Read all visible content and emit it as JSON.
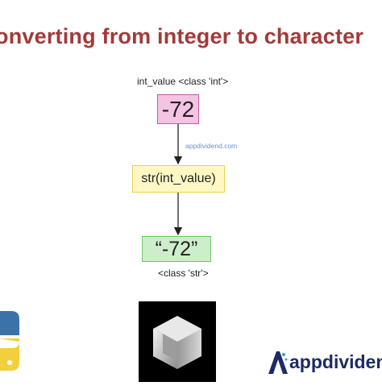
{
  "title": "onverting from integer to character",
  "nodes": {
    "input_caption": "int_value <class 'int'>",
    "input_value": "-72",
    "function_call": "str(int_value)",
    "output_value": "“-72”",
    "output_caption": "<class 'str'>"
  },
  "watermark": "appdividend.com",
  "brand": {
    "name": "appdividend"
  },
  "icons": [
    "python-logo",
    "cube-logo",
    "appdividend-logo-icon"
  ],
  "colors": {
    "title": "#a23a3a",
    "int_box_fill": "#f4c4e4",
    "int_box_border": "#c957a8",
    "fn_box_fill": "#fff8c4",
    "fn_box_border": "#e9d44a",
    "str_box_fill": "#cdeecb",
    "str_box_border": "#6cc46a",
    "brand": "#1e2a66"
  }
}
